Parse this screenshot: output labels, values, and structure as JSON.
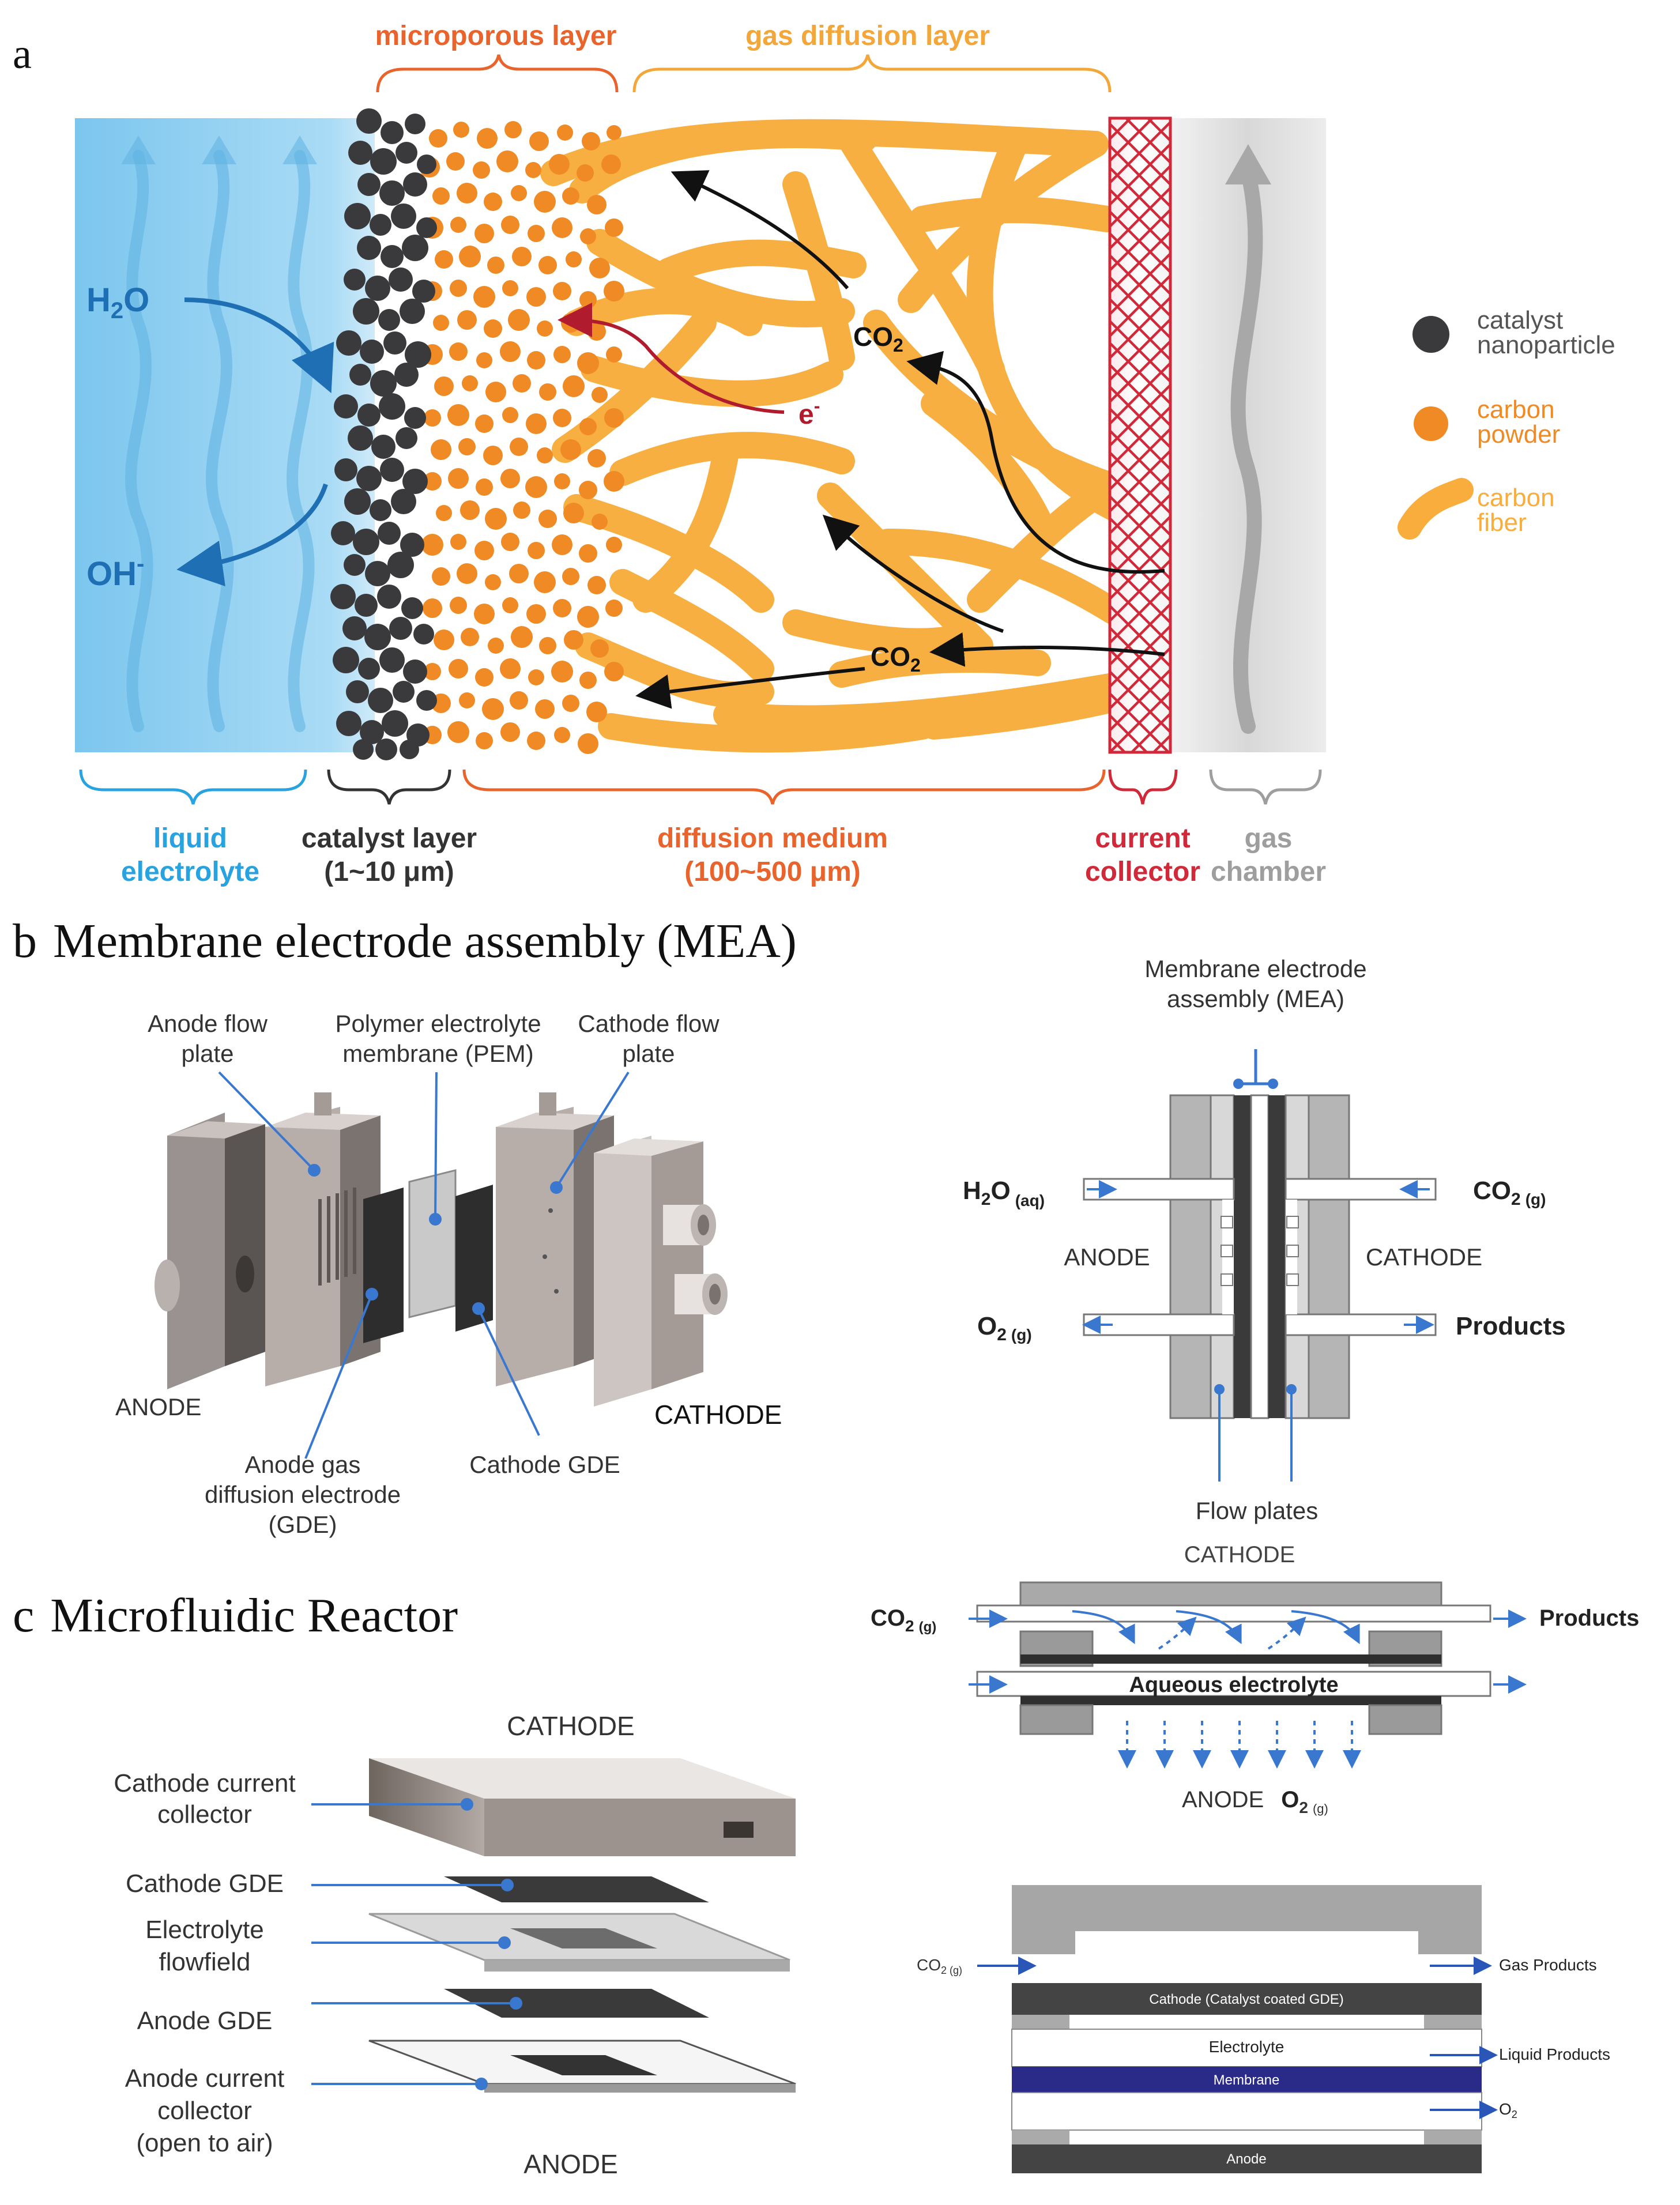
{
  "panel_a": {
    "letter": "a",
    "top_microporous": "microporous layer",
    "top_gdl": "gas diffusion layer",
    "h2o_main": "H",
    "h2o_sub": "2",
    "h2o_tail": "O",
    "oh_main": "OH",
    "oh_sup": "-",
    "co2_main": "CO",
    "co2_sub": "2",
    "electron_main": "e",
    "electron_sup": "-",
    "legend": {
      "catalyst_1": "catalyst",
      "catalyst_2": "nanoparticle",
      "powder_1": "carbon",
      "powder_2": "powder",
      "fiber_1": "carbon",
      "fiber_2": "fiber"
    },
    "bottom": {
      "liquid_1": "liquid",
      "liquid_2": "electrolyte",
      "catalyst_1": "catalyst layer",
      "catalyst_2": "(1~10 μm)",
      "diffusion_1": "diffusion medium",
      "diffusion_2": "(100~500 μm)",
      "collector_1": "current",
      "collector_2": "collector",
      "gas_1": "gas",
      "gas_2": "chamber"
    },
    "colors": {
      "electrolyte": "#7cc6ee",
      "catalyst": "#3a3a3c",
      "carbon_powder": "#f08a24",
      "carbon_fiber": "#f8ad3c",
      "collector": "#d02a3a",
      "gas": "#d8d8d8"
    }
  },
  "panel_b": {
    "letter": "b",
    "title": "Membrane electrode assembly (MEA)",
    "left": {
      "anode_flow_1": "Anode flow",
      "anode_flow_2": "plate",
      "pem_1": "Polymer electrolyte",
      "pem_2": "membrane (PEM)",
      "cathode_flow_1": "Cathode flow",
      "cathode_flow_2": "plate",
      "anode": "ANODE",
      "cathode": "CATHODE",
      "anode_gde_1": "Anode gas",
      "anode_gde_2": "diffusion electrode",
      "anode_gde_3": "(GDE)",
      "cathode_gde": "Cathode GDE"
    },
    "right": {
      "mea_1": "Membrane electrode",
      "mea_2": "assembly (MEA)",
      "h2o_main": "H",
      "h2o_sub": "2",
      "h2o_tail": "O",
      "h2o_phase": "(aq)",
      "co2_main": "CO",
      "co2_sub": "2",
      "co2_phase": "(g)",
      "anode": "ANODE",
      "cathode": "CATHODE",
      "o2_main": "O",
      "o2_sub": "2",
      "o2_phase": "(g)",
      "products": "Products",
      "flow_plates": "Flow plates"
    }
  },
  "panel_c": {
    "letter": "c",
    "title": "Microfluidic Reactor",
    "left": {
      "cathode": "CATHODE",
      "ccc_1": "Cathode current",
      "ccc_2": "collector",
      "cgde": "Cathode GDE",
      "ef_1": "Electrolyte",
      "ef_2": "flowfield",
      "agde": "Anode GDE",
      "acc_1": "Anode current",
      "acc_2": "collector",
      "acc_3": "(open to air)",
      "anode": "ANODE"
    },
    "right_top": {
      "cathode": "CATHODE",
      "co2_main": "CO",
      "co2_sub": "2",
      "co2_phase": "(g)",
      "products": "Products",
      "electrolyte": "Aqueous electrolyte",
      "anode": "ANODE",
      "o2_main": "O",
      "o2_sub": "2",
      "o2_phase": "(g)"
    },
    "right_bottom": {
      "co2_main": "CO",
      "co2_sub": "2 (g)",
      "gas_products": "Gas Products",
      "cathode_layer": "Cathode (Catalyst coated GDE)",
      "electrolyte": "Electrolyte",
      "liquid_products": "Liquid Products",
      "membrane": "Membrane",
      "o2_main": "O",
      "o2_sub": "2",
      "anode": "Anode"
    }
  }
}
